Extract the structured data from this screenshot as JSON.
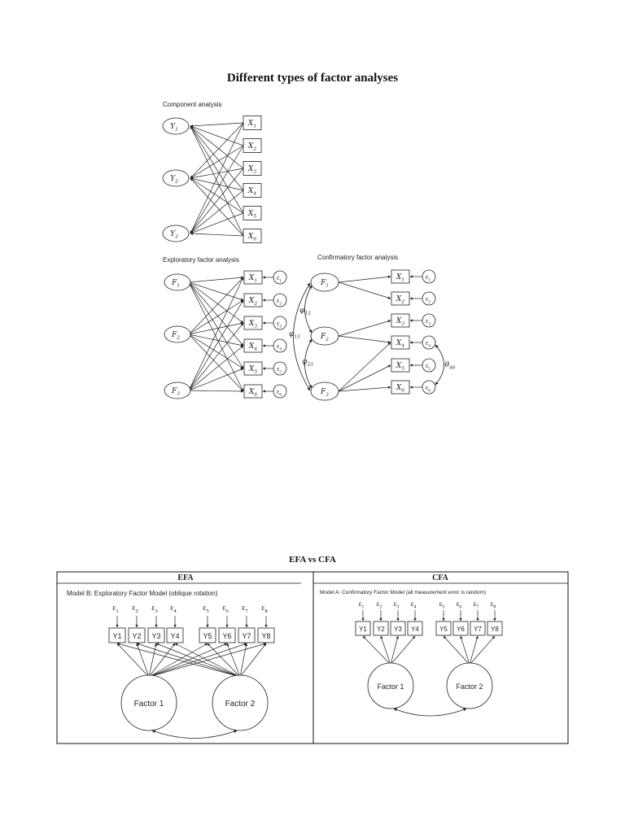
{
  "document": {
    "title": "Different types of factor analyses",
    "comparison_title": "EFA vs CFA"
  },
  "top_figure": {
    "component": {
      "title": "Component analysis",
      "components": [
        {
          "base": "Y",
          "sub": "1"
        },
        {
          "base": "Y",
          "sub": "2"
        },
        {
          "base": "Y",
          "sub": "3"
        }
      ],
      "variables": [
        {
          "base": "X",
          "sub": "1"
        },
        {
          "base": "X",
          "sub": "2"
        },
        {
          "base": "X",
          "sub": "3"
        },
        {
          "base": "X",
          "sub": "4"
        },
        {
          "base": "X",
          "sub": "5"
        },
        {
          "base": "X",
          "sub": "6"
        }
      ]
    },
    "efa": {
      "title": "Exploratory factor analysis",
      "factors": [
        {
          "base": "F",
          "sub": "1"
        },
        {
          "base": "F",
          "sub": "2"
        },
        {
          "base": "F",
          "sub": "3"
        }
      ],
      "variables": [
        {
          "base": "X",
          "sub": "1"
        },
        {
          "base": "X",
          "sub": "2"
        },
        {
          "base": "X",
          "sub": "3"
        },
        {
          "base": "X",
          "sub": "4"
        },
        {
          "base": "X",
          "sub": "5"
        },
        {
          "base": "X",
          "sub": "6"
        }
      ],
      "errors": [
        {
          "base": "ε",
          "sub": "1"
        },
        {
          "base": "ε",
          "sub": "2"
        },
        {
          "base": "ε",
          "sub": "3"
        },
        {
          "base": "ε",
          "sub": "4"
        },
        {
          "base": "ε",
          "sub": "5"
        },
        {
          "base": "ε",
          "sub": "6"
        }
      ]
    },
    "cfa": {
      "title": "Confirmatory factor analysis",
      "factors": [
        {
          "base": "F",
          "sub": "1"
        },
        {
          "base": "F",
          "sub": "2"
        },
        {
          "base": "F",
          "sub": "3"
        }
      ],
      "variables": [
        {
          "base": "X",
          "sub": "1"
        },
        {
          "base": "X",
          "sub": "2"
        },
        {
          "base": "X",
          "sub": "3"
        },
        {
          "base": "X",
          "sub": "4"
        },
        {
          "base": "X",
          "sub": "5"
        },
        {
          "base": "X",
          "sub": "6"
        }
      ],
      "errors": [
        {
          "base": "ε",
          "sub": "1"
        },
        {
          "base": "ε",
          "sub": "2"
        },
        {
          "base": "ε",
          "sub": "3"
        },
        {
          "base": "ε",
          "sub": "4"
        },
        {
          "base": "ε",
          "sub": "5"
        },
        {
          "base": "ε",
          "sub": "6"
        }
      ],
      "covariances": [
        {
          "base": "φ",
          "sub": "12"
        },
        {
          "base": "φ",
          "sub": "13"
        },
        {
          "base": "φ",
          "sub": "23"
        }
      ],
      "error_covariance": {
        "base": "θ",
        "sub": "46"
      }
    }
  },
  "comparison_table": {
    "efa": {
      "header": "EFA",
      "caption": "Model B:  Exploratory Factor Model (oblique rotation)",
      "errors": [
        {
          "base": "ε",
          "sub": "1"
        },
        {
          "base": "ε",
          "sub": "2"
        },
        {
          "base": "ε",
          "sub": "3"
        },
        {
          "base": "ε",
          "sub": "4"
        },
        {
          "base": "ε",
          "sub": "5"
        },
        {
          "base": "ε",
          "sub": "6"
        },
        {
          "base": "ε",
          "sub": "7"
        },
        {
          "base": "ε",
          "sub": "8"
        }
      ],
      "indicators": [
        "Y1",
        "Y2",
        "Y3",
        "Y4",
        "Y5",
        "Y6",
        "Y7",
        "Y8"
      ],
      "factors": [
        "Factor 1",
        "Factor 2"
      ]
    },
    "cfa": {
      "header": "CFA",
      "caption": "Model A:  Confirmatory Factor Model (all measurement error is random)",
      "errors": [
        {
          "base": "ε",
          "sub": "1"
        },
        {
          "base": "ε",
          "sub": "2"
        },
        {
          "base": "ε",
          "sub": "3"
        },
        {
          "base": "ε",
          "sub": "4"
        },
        {
          "base": "ε",
          "sub": "5"
        },
        {
          "base": "ε",
          "sub": "6"
        },
        {
          "base": "ε",
          "sub": "7"
        },
        {
          "base": "ε",
          "sub": "8"
        }
      ],
      "indicators": [
        "Y1",
        "Y2",
        "Y3",
        "Y4",
        "Y5",
        "Y6",
        "Y7",
        "Y8"
      ],
      "factors": [
        "Factor 1",
        "Factor 2"
      ]
    }
  }
}
